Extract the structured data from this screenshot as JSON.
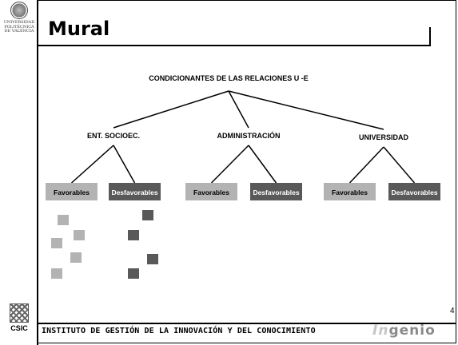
{
  "slide": {
    "title": "Mural",
    "page_number": "4",
    "footer": "INSTITUTO DE GESTIÓN DE LA INNOVACIÓN Y DEL CONOCIMIENTO",
    "brand_prefix": "In",
    "brand_suffix": "genio"
  },
  "logos": {
    "university_lines": "UNIVERSIDAD\nPOLITÈCNICA\nDE VALÈNCIA",
    "csic": "CSIC"
  },
  "colors": {
    "favorable_box": "#b3b3b3",
    "desfavorable_box": "#595959",
    "line": "#000000"
  },
  "diagram": {
    "root": "CONDICIONANTES DE LAS RELACIONES U -E",
    "groups": [
      {
        "label": "ENT. SOCIOEC.",
        "children": [
          "Favorables",
          "Desfavorables"
        ]
      },
      {
        "label": "ADMINISTRACIÓN",
        "children": [
          "Favorables",
          "Desfavorables"
        ]
      },
      {
        "label": "UNIVERSIDAD",
        "children": [
          "Favorables",
          "Desfavorables"
        ]
      }
    ],
    "legend_squares": [
      {
        "kind": "favorable"
      },
      {
        "kind": "favorable"
      },
      {
        "kind": "favorable"
      },
      {
        "kind": "favorable"
      },
      {
        "kind": "favorable"
      },
      {
        "kind": "desfavorable"
      },
      {
        "kind": "desfavorable"
      },
      {
        "kind": "desfavorable"
      },
      {
        "kind": "desfavorable"
      }
    ]
  }
}
